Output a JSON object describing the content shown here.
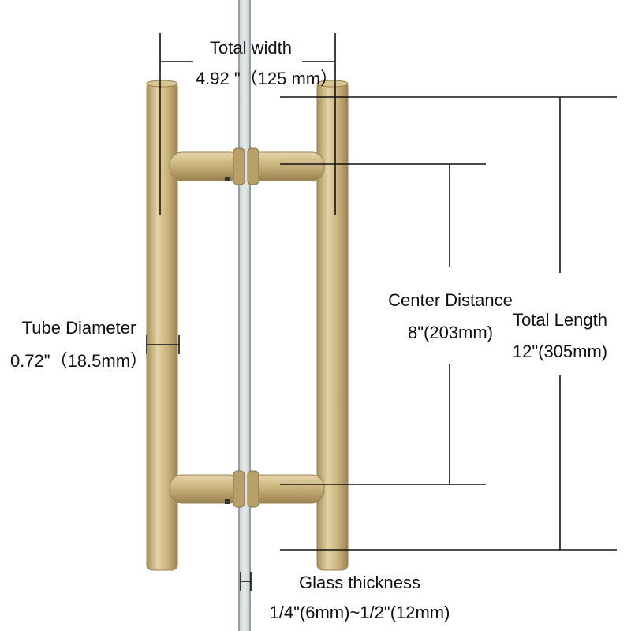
{
  "colors": {
    "brass": "#c9b27c",
    "brass_dark": "#a8905c",
    "brass_light": "#e3d2a4",
    "glass": "#a9bbb9",
    "line": "#111111"
  },
  "dimensions": {
    "total_width": {
      "label": "Total width",
      "value": "4.92 \"（125 mm）"
    },
    "tube_diameter": {
      "label": "Tube Diameter",
      "value": "0.72\"（18.5mm）"
    },
    "center_distance": {
      "label": "Center Distance",
      "value": "8\"(203mm)"
    },
    "total_length": {
      "label": "Total Length",
      "value": "12\"(305mm)"
    },
    "glass_thickness": {
      "label": "Glass thickness",
      "value": "1/4\"(6mm)~1/2\"(12mm)"
    }
  }
}
